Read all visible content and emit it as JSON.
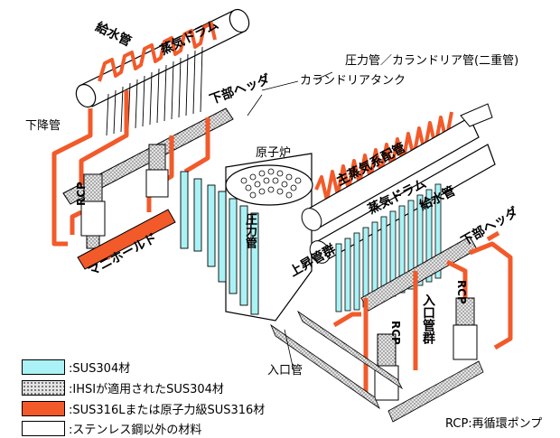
{
  "labels": {
    "feedwater_pipe_left": "給水管",
    "steam_drum_left": "蒸気ドラム",
    "lower_header_left": "下部ヘッダ",
    "downcomer": "下降管",
    "rcp_left": "RCP",
    "manifold": "マニホールド",
    "reactor": "原子炉",
    "pressure_tube_vertical": "圧力管",
    "pressure_tube_calandria": "圧力管／カランドリア管(二重管)",
    "calandria_tank": "カランドリアタンク",
    "main_steam_pipe": "主蒸気系配管",
    "steam_drum_right": "蒸気ドラム",
    "feedwater_pipe_right": "給水管",
    "lower_header_right": "下部ヘッダ",
    "riser_group": "上昇管群",
    "inlet_pipe_group": "入口管群",
    "rcp_right_1": "RCP",
    "rcp_right_2": "RCP",
    "inlet_pipe": "入口管",
    "rcp_note": "RCP:再循環ポンプ"
  },
  "legend": [
    {
      "label": ":SUS304材",
      "color": "#aaf2f5",
      "pattern": "solid"
    },
    {
      "label": ":IHSIが適用されたSUS304材",
      "color": "#d9d9d9",
      "pattern": "dotted"
    },
    {
      "label": ":SUS316Lまたは原子力級SUS316材",
      "color": "#f25a2a",
      "pattern": "solid"
    },
    {
      "label": ":ステンレス鋼以外の材料",
      "color": "#ffffff",
      "pattern": "solid"
    }
  ],
  "colors": {
    "sus304": "#aaf2f5",
    "ihsi": "#d9d9d9",
    "sus316": "#f25a2a",
    "other": "#ffffff",
    "line": "#000000"
  }
}
